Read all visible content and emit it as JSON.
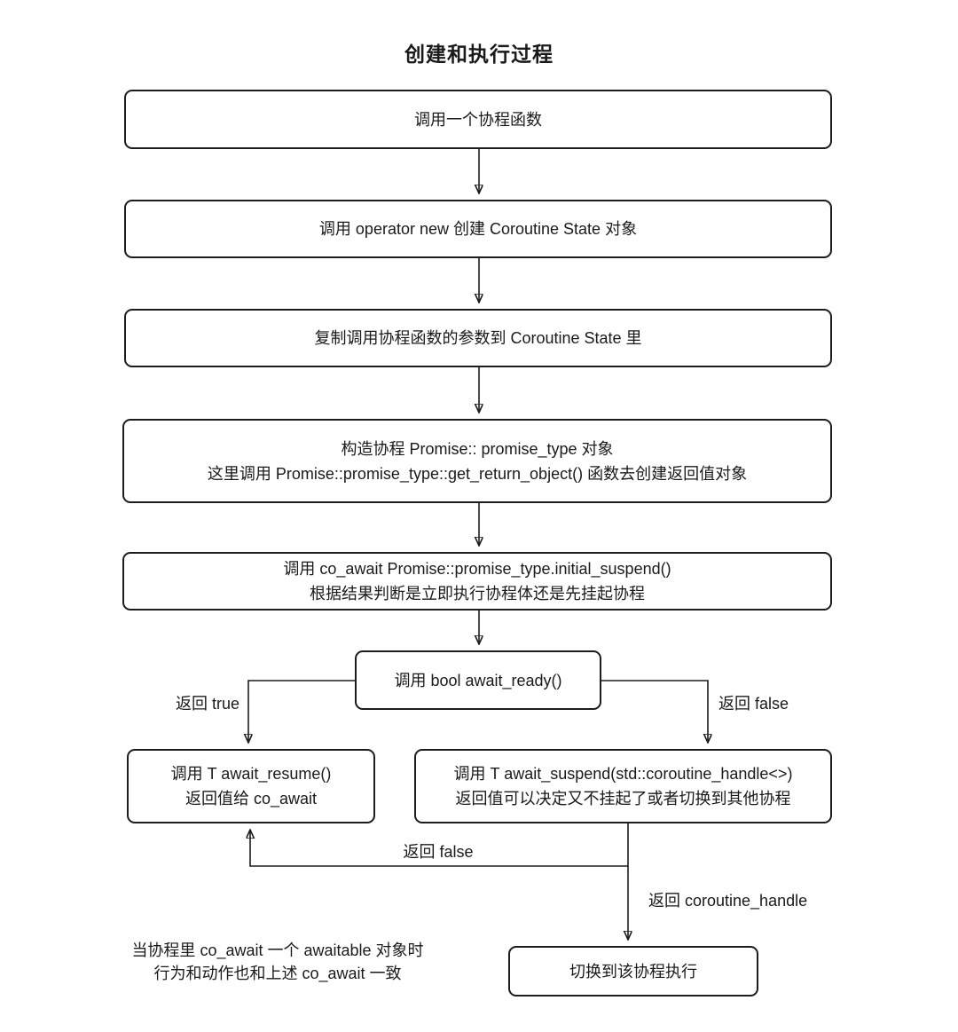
{
  "title": "创建和执行过程",
  "colors": {
    "background": "#ffffff",
    "line": "#1c1c1c",
    "text": "#1a1a1a"
  },
  "nodes": {
    "call_coroutine_fn": {
      "lines": [
        "调用一个协程函数"
      ]
    },
    "operator_new": {
      "lines": [
        "调用 operator new 创建 Coroutine State 对象"
      ]
    },
    "copy_params": {
      "lines": [
        "复制调用协程函数的参数到 Coroutine State 里"
      ]
    },
    "construct_promise": {
      "lines": [
        "构造协程 Promise:: promise_type 对象",
        "这里调用 Promise::promise_type::get_return_object() 函数去创建返回值对象"
      ]
    },
    "initial_suspend": {
      "lines": [
        "调用 co_await Promise::promise_type.initial_suspend()",
        "根据结果判断是立即执行协程体还是先挂起协程"
      ]
    },
    "await_ready": {
      "lines": [
        "调用 bool await_ready()"
      ]
    },
    "await_resume": {
      "lines": [
        "调用 T await_resume()",
        "返回值给 co_await"
      ]
    },
    "await_suspend": {
      "lines": [
        "调用 T await_suspend(std::coroutine_handle<>)",
        "返回值可以决定又不挂起了或者切换到其他协程"
      ]
    },
    "switch_to_coroutine": {
      "lines": [
        "切换到该协程执行"
      ]
    }
  },
  "edge_labels": {
    "return_true": "返回 true",
    "return_false_right": "返回 false",
    "return_false_bottom": "返回 false",
    "return_coroutine_handle": "返回 coroutine_handle"
  },
  "note": {
    "lines": [
      "当协程里 co_await 一个 awaitable 对象时",
      "行为和动作也和上述 co_await 一致"
    ]
  }
}
